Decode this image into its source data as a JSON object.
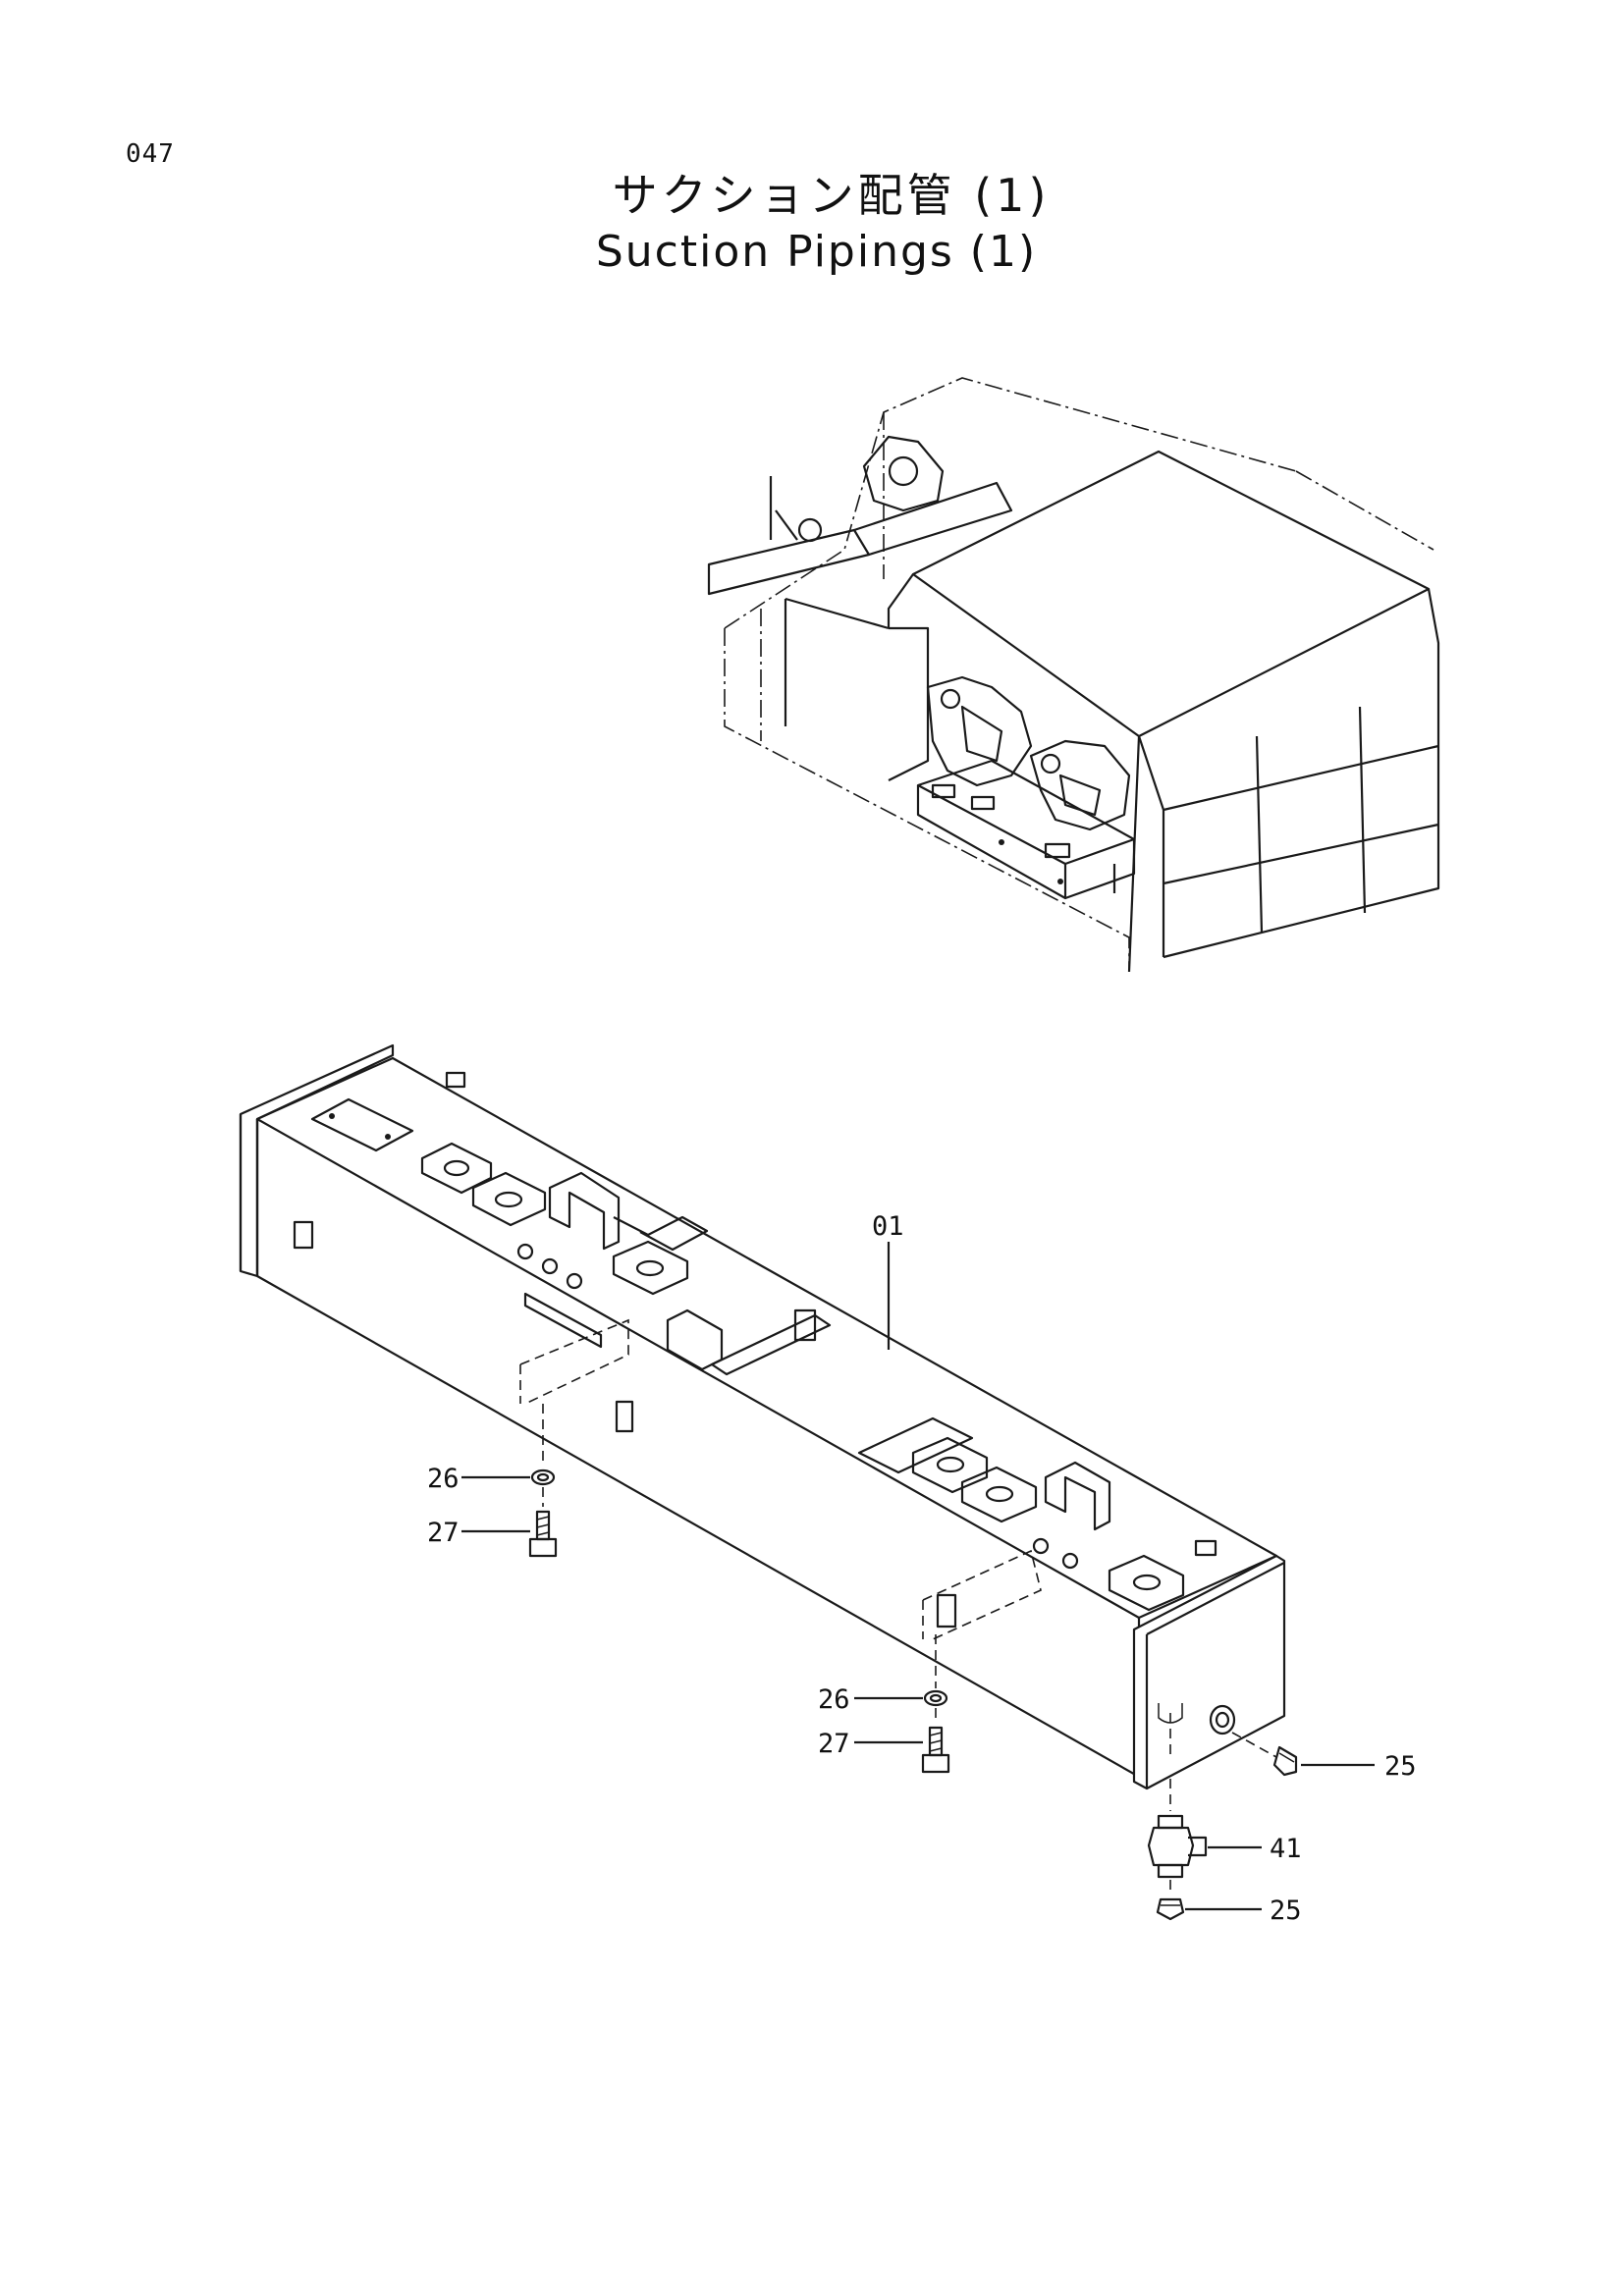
{
  "page": {
    "number": "047",
    "title_jp": "サクション配管 (1)",
    "title_en": "Suction Pipings (1)"
  },
  "callouts": [
    {
      "id": "c01",
      "label": "01"
    },
    {
      "id": "c26a",
      "label": "26"
    },
    {
      "id": "c27a",
      "label": "27"
    },
    {
      "id": "c26b",
      "label": "26"
    },
    {
      "id": "c27b",
      "label": "27"
    },
    {
      "id": "c25a",
      "label": "25"
    },
    {
      "id": "c41",
      "label": "41"
    },
    {
      "id": "c25b",
      "label": "25"
    }
  ]
}
